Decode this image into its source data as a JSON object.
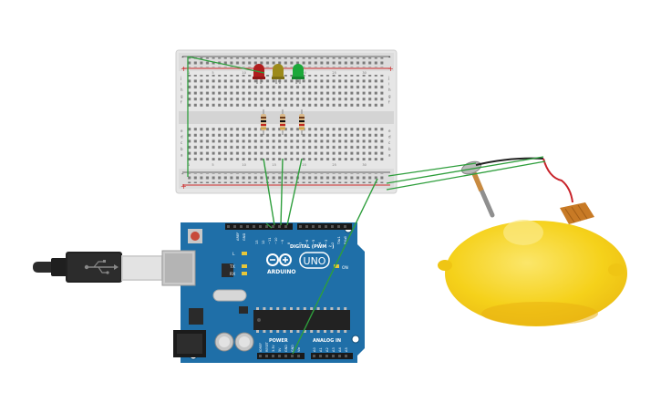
{
  "arduino": {
    "brand": "ARDUINO",
    "model": "UNO",
    "digital_label": "DIGITAL (PWM ~)",
    "power_label": "POWER",
    "analog_label": "ANALOG IN",
    "led_l": "L",
    "led_tx": "TX",
    "led_rx": "RX",
    "led_on": "ON",
    "pin_aref": "AREF",
    "pin_gnd": "GND",
    "digital_pins": [
      "13",
      "12",
      "~11",
      "~10",
      "~9",
      "8",
      "7",
      "~6",
      "~5",
      "4",
      "~3",
      "2",
      "TX▸1",
      "RX◂0"
    ],
    "power_pins": [
      "IOREF",
      "RESET",
      "3.3V",
      "5V",
      "GND",
      "GND",
      "Vin"
    ],
    "analog_pins": [
      "A0",
      "A1",
      "A2",
      "A3",
      "A4",
      "A5"
    ]
  },
  "breadboard": {
    "rail_plus": "+",
    "rail_minus": "-",
    "row_letters_top": [
      "j",
      "i",
      "h",
      "g",
      "f"
    ],
    "row_letters_bottom": [
      "e",
      "d",
      "c",
      "b",
      "a"
    ],
    "column_numbers": [
      "1",
      "5",
      "10",
      "15",
      "20",
      "25",
      "30"
    ]
  },
  "colors": {
    "board": "#1f6fa8",
    "wire": "#2e9e3c",
    "led_red": "#b01e1e",
    "led_yellow": "#9c8a1a",
    "led_green": "#1ca83a",
    "lemon": "#f7d51d",
    "breadboard": "#e4e4e4",
    "rail_red": "#cc2a2a"
  }
}
